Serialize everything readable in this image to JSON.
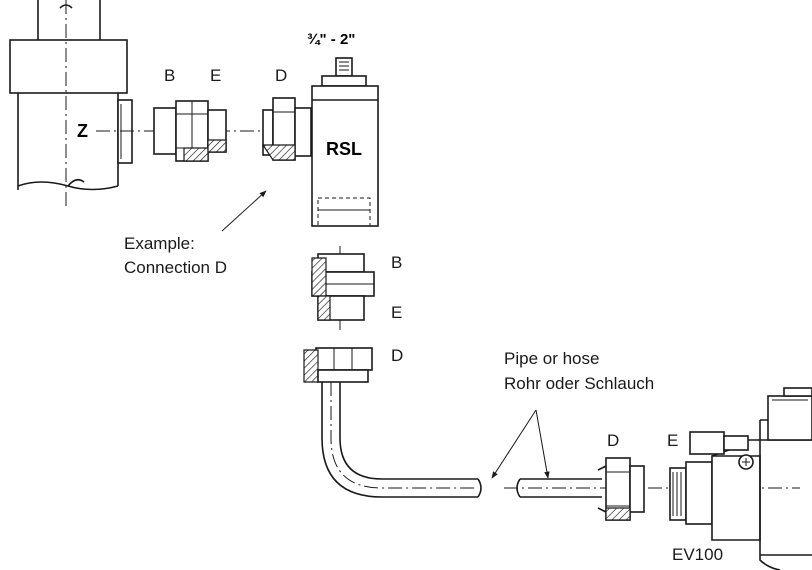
{
  "labels": {
    "size_range": "¾\" - 2\"",
    "b_top": "B",
    "e_top": "E",
    "d_top": "D",
    "z": "Z",
    "rsl": "RSL",
    "example_line1": "Example:",
    "example_line2": "Connection D",
    "b_mid": "B",
    "e_mid": "E",
    "d_mid": "D",
    "pipe_line1": "Pipe or hose",
    "pipe_line2": "Rohr oder Schlauch",
    "d_right": "D",
    "e_right": "E",
    "ev100": "EV100"
  },
  "colors": {
    "line": "#1a1a1a",
    "background": "#ffffff"
  }
}
